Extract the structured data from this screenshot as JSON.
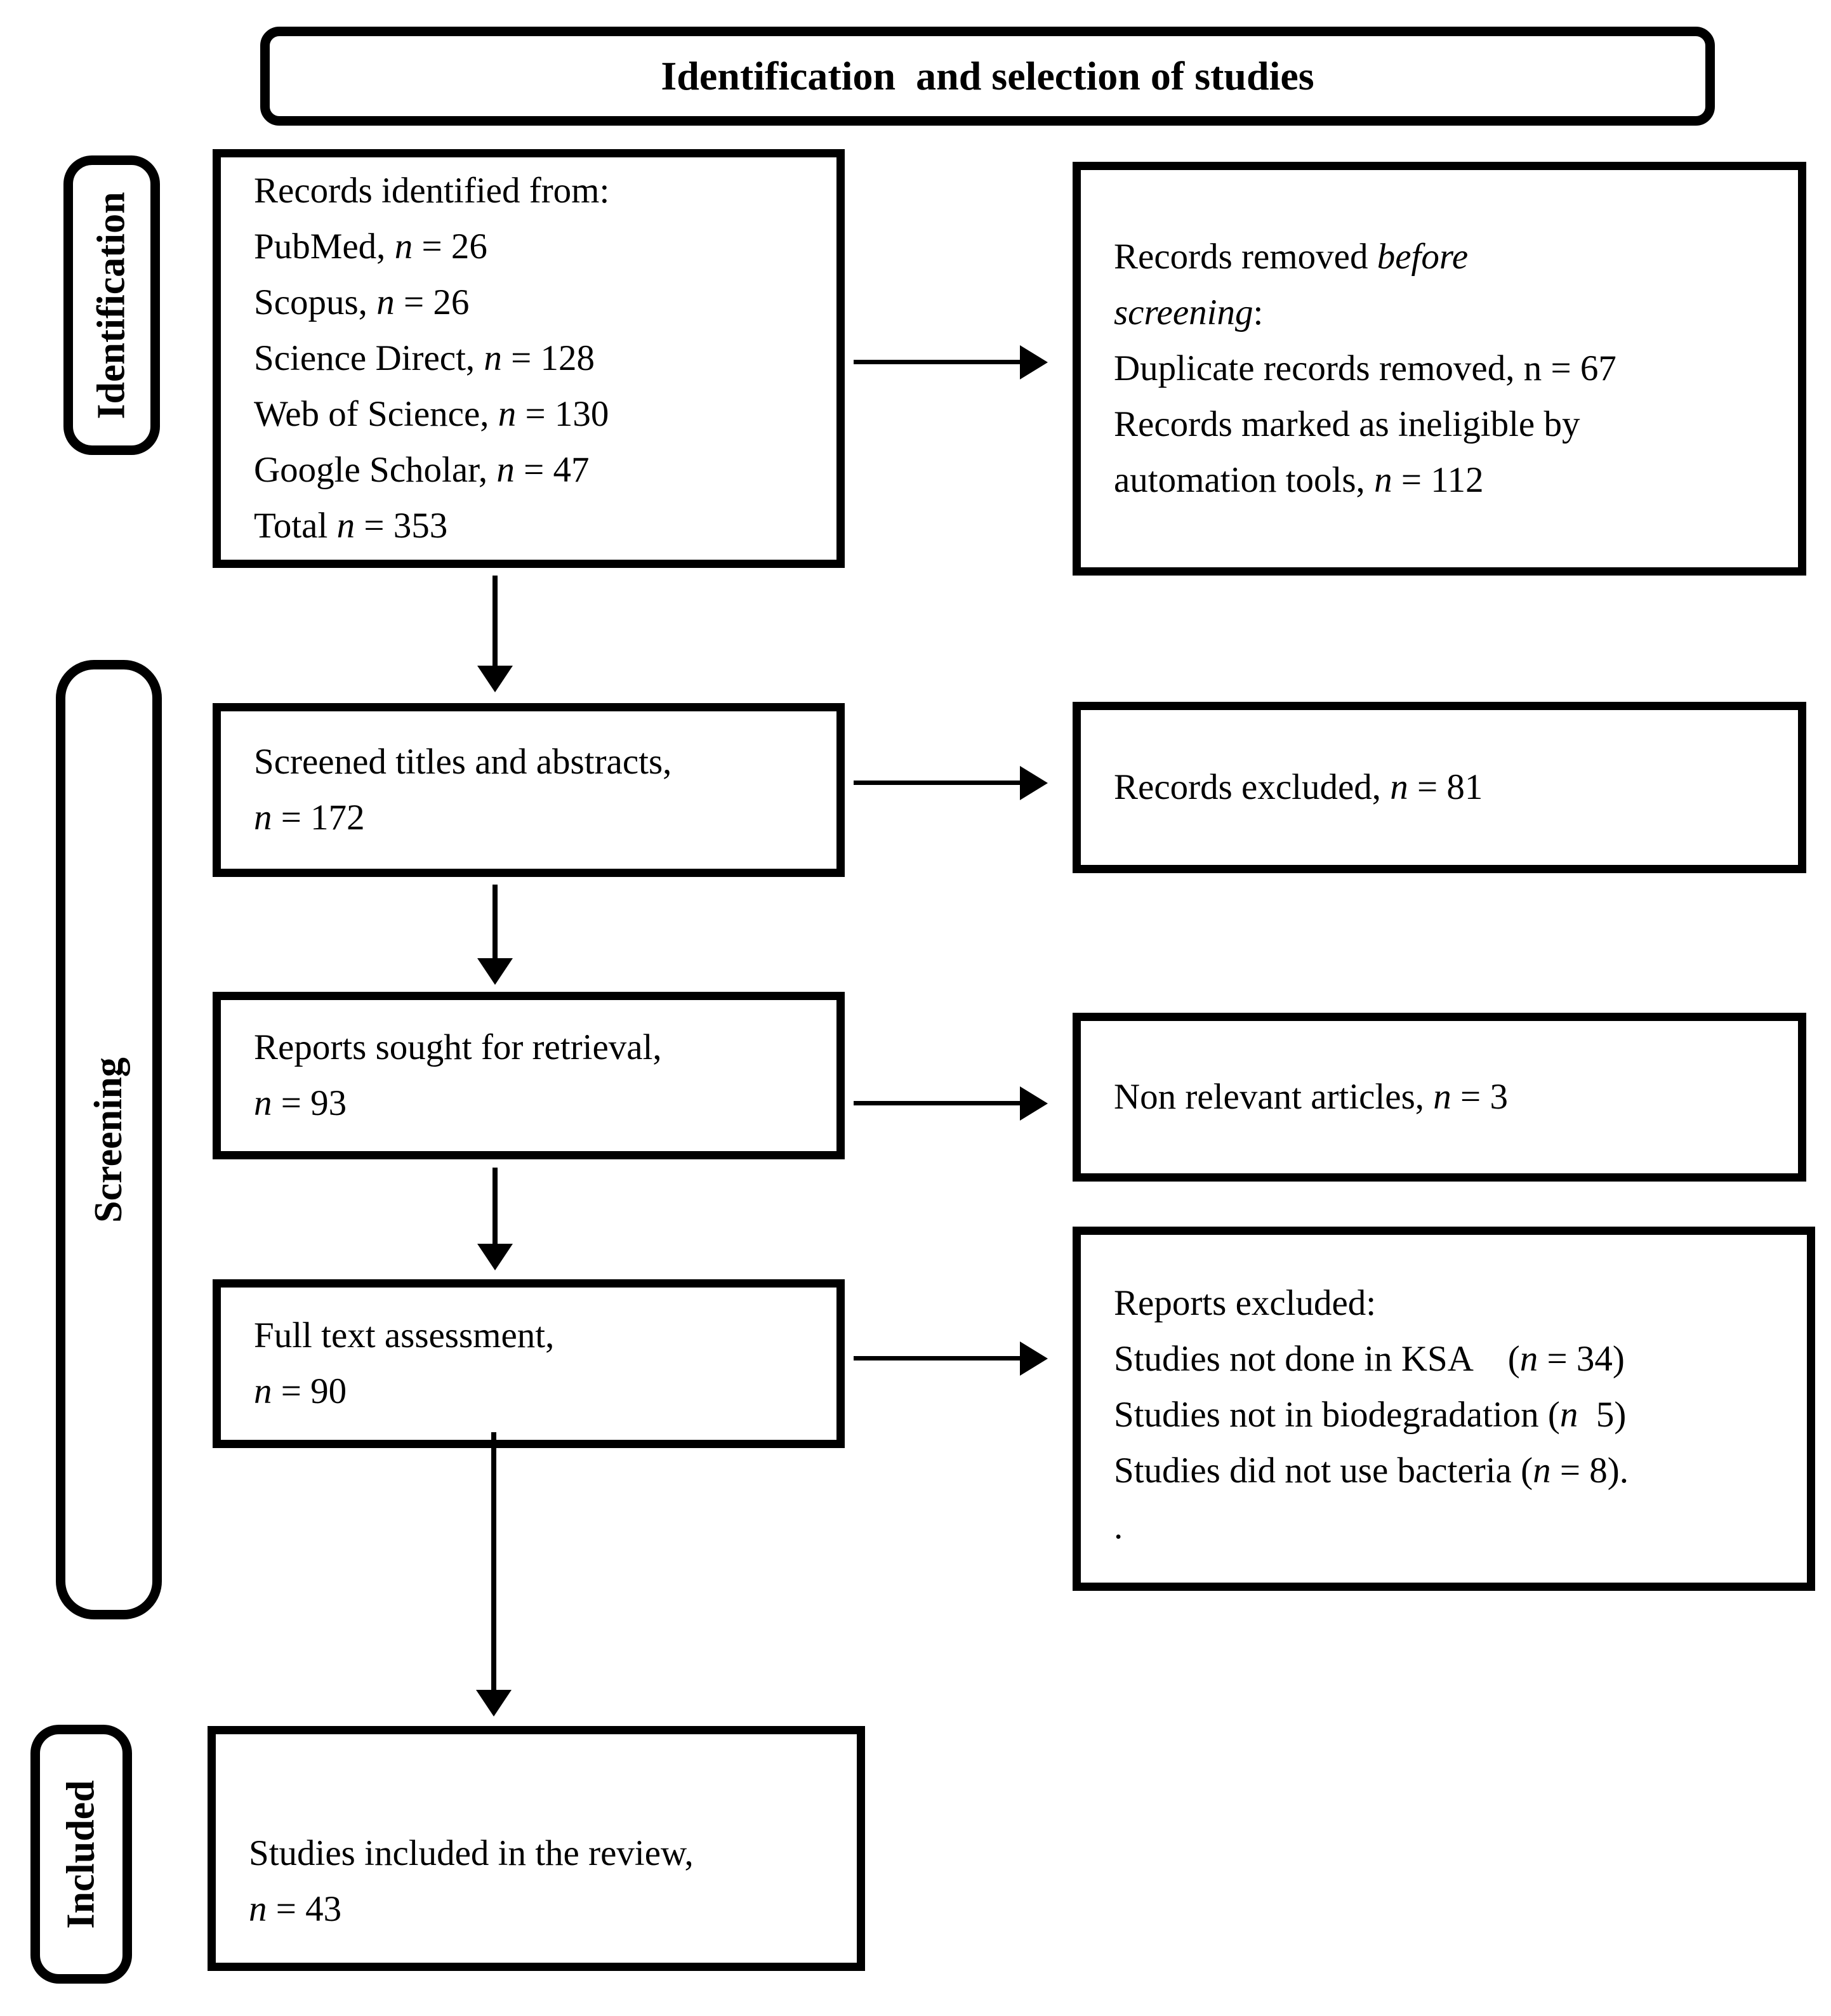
{
  "title": "Identification  and selection of studies",
  "stage_labels": {
    "identification": "Identification",
    "screening": "Screening",
    "included": "Included"
  },
  "colors": {
    "ink": "#000000",
    "paper": "#ffffff"
  },
  "boxes": {
    "records_identified": {
      "lines": [
        [
          {
            "t": "Records identified from:"
          }
        ],
        [
          {
            "t": "PubMed, "
          },
          {
            "t": "n",
            "i": true
          },
          {
            "t": " = 26"
          }
        ],
        [
          {
            "t": "Scopus, "
          },
          {
            "t": "n",
            "i": true
          },
          {
            "t": " = 26"
          }
        ],
        [
          {
            "t": "Science Direct, "
          },
          {
            "t": "n",
            "i": true
          },
          {
            "t": " = 128"
          }
        ],
        [
          {
            "t": "Web of Science, "
          },
          {
            "t": "n",
            "i": true
          },
          {
            "t": " = 130"
          }
        ],
        [
          {
            "t": "Google Scholar, "
          },
          {
            "t": "n",
            "i": true
          },
          {
            "t": " = 47"
          }
        ],
        [
          {
            "t": "Total "
          },
          {
            "t": "n",
            "i": true
          },
          {
            "t": " = 353"
          }
        ]
      ]
    },
    "records_removed": {
      "lines": [
        [
          {
            "t": "Records removed "
          },
          {
            "t": "before",
            "i": true
          }
        ],
        [
          {
            "t": "screening",
            "i": true
          },
          {
            "t": ":"
          }
        ],
        [
          {
            "t": "Duplicate records removed, n = 67"
          }
        ],
        [
          {
            "t": "Records marked as ineligible by"
          }
        ],
        [
          {
            "t": "automation tools, "
          },
          {
            "t": "n",
            "i": true
          },
          {
            "t": " = 112"
          }
        ]
      ]
    },
    "screened_titles": {
      "lines": [
        [
          {
            "t": "Screened titles and abstracts,"
          }
        ],
        [
          {
            "t": "n",
            "i": true
          },
          {
            "t": " = 172"
          }
        ]
      ]
    },
    "records_excluded": {
      "lines": [
        [
          {
            "t": "Records excluded, "
          },
          {
            "t": "n",
            "i": true
          },
          {
            "t": " = 81"
          }
        ]
      ]
    },
    "reports_sought": {
      "lines": [
        [
          {
            "t": "Reports sought for retrieval,"
          }
        ],
        [
          {
            "t": "n",
            "i": true
          },
          {
            "t": " = 93"
          }
        ]
      ]
    },
    "non_relevant": {
      "lines": [
        [
          {
            "t": "Non relevant articles, "
          },
          {
            "t": "n",
            "i": true
          },
          {
            "t": " = 3"
          }
        ]
      ]
    },
    "full_text": {
      "lines": [
        [
          {
            "t": "Full text assessment,"
          }
        ],
        [
          {
            "t": "n",
            "i": true
          },
          {
            "t": " = 90"
          }
        ]
      ]
    },
    "reports_excluded": {
      "lines": [
        [
          {
            "t": "Reports excluded:"
          }
        ],
        [
          {
            "t": "Studies not done in KSA    ("
          },
          {
            "t": "n",
            "i": true
          },
          {
            "t": " = 34)"
          }
        ],
        [
          {
            "t": "Studies not in biodegradation ("
          },
          {
            "t": "n",
            "i": true
          },
          {
            "t": "  5)"
          }
        ],
        [
          {
            "t": "Studies did not use bacteria ("
          },
          {
            "t": "n",
            "i": true
          },
          {
            "t": " = 8)."
          }
        ],
        [
          {
            "t": "."
          }
        ]
      ]
    },
    "studies_included": {
      "lines": [
        [
          {
            "t": "Studies included in the review,"
          }
        ],
        [
          {
            "t": "n",
            "i": true
          },
          {
            "t": " = 43"
          }
        ]
      ]
    }
  }
}
